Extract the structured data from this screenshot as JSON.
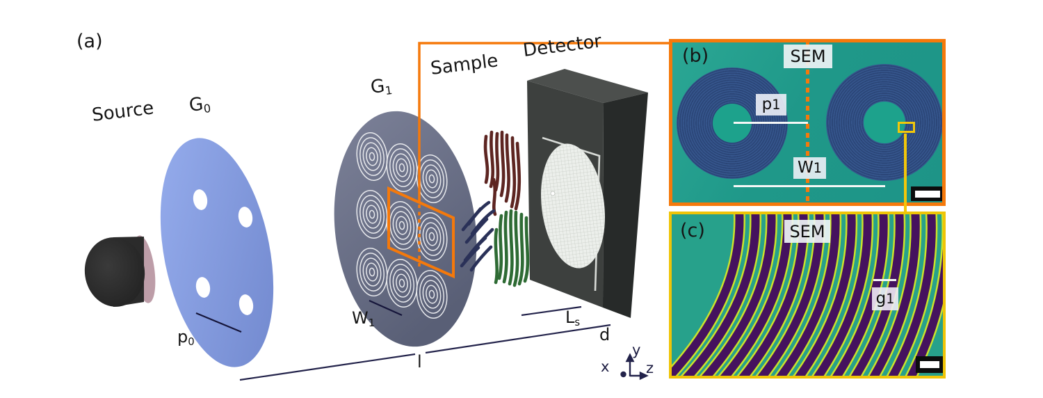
{
  "colors": {
    "accent_orange": "#f5790b",
    "accent_yellow": "#efc407",
    "sem_teal": "#1f9889",
    "grating_blue": "#36568d",
    "stripe_purple": "#45125e",
    "stripe_edge_green": "#cbe32b",
    "disk_g0_blue": "#86a2e6",
    "disk_g1_slate": "#6e7590"
  },
  "panel_a": {
    "tag": "(a)",
    "labels": {
      "source": "Source",
      "g0": {
        "base": "G",
        "sub": "0"
      },
      "g1": {
        "base": "G",
        "sub": "1"
      },
      "sample": "Sample",
      "detector": "Detector",
      "p0": {
        "base": "p",
        "sub": "0"
      },
      "w1": {
        "base": "W",
        "sub": "1"
      },
      "l": "l",
      "ls": {
        "base": "L",
        "sub": "s"
      },
      "d": "d"
    },
    "axes": {
      "x": "x",
      "y": "y",
      "z": "z"
    }
  },
  "panel_b": {
    "tag": "(b)",
    "title": "SEM",
    "labels": {
      "p1": {
        "base": "p",
        "sub": "1"
      },
      "w1": {
        "base": "W",
        "sub": "1"
      }
    }
  },
  "panel_c": {
    "tag": "(c)",
    "title": "SEM",
    "labels": {
      "g1": {
        "base": "g",
        "sub": "1"
      }
    }
  }
}
